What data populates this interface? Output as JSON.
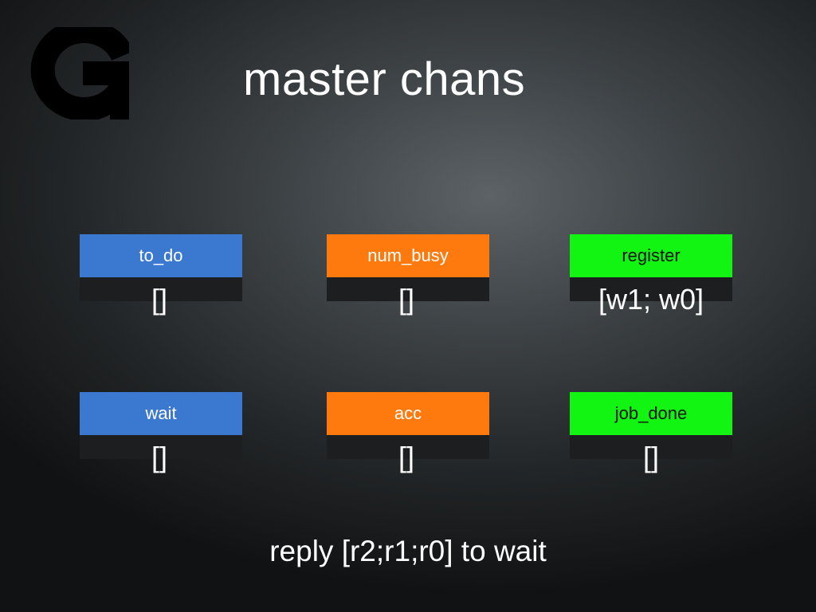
{
  "title": "master chans",
  "logo": {
    "letter": "G",
    "icon": "g-logo-icon"
  },
  "colors": {
    "blue": "#3b78d0",
    "orange": "#ff7a0e",
    "green": "#12f412",
    "queue": "#1d1e1f"
  },
  "channels": [
    {
      "label": "to_do",
      "value": "[]",
      "color": "blue"
    },
    {
      "label": "num_busy",
      "value": "[]",
      "color": "orange"
    },
    {
      "label": "register",
      "value": "[w1; w0]",
      "color": "green"
    },
    {
      "label": "wait",
      "value": "[]",
      "color": "blue"
    },
    {
      "label": "acc",
      "value": "[]",
      "color": "orange"
    },
    {
      "label": "job_done",
      "value": "[]",
      "color": "green"
    }
  ],
  "note": "reply [r2;r1;r0] to wait"
}
